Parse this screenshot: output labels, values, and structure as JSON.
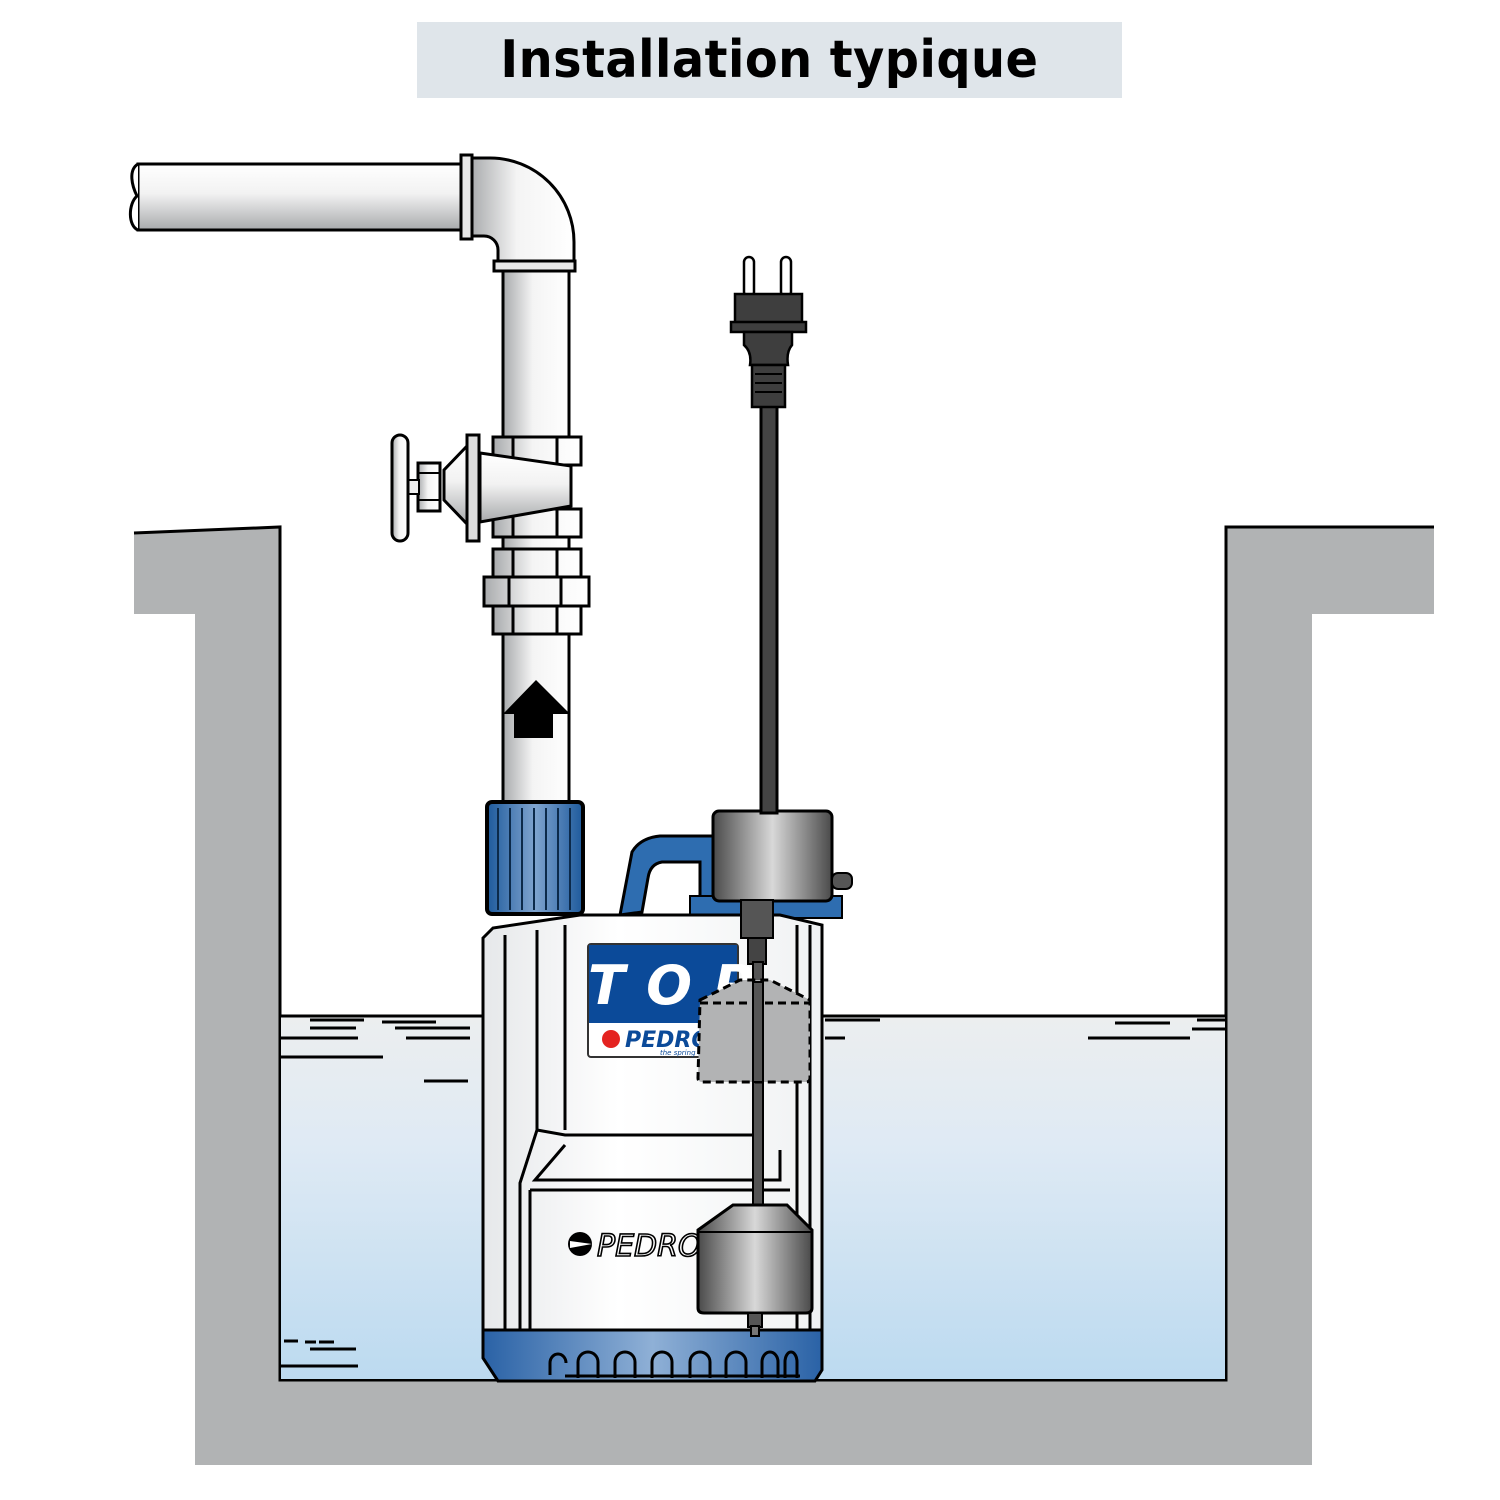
{
  "title": "Installation typique",
  "pump": {
    "model_label": "TOP",
    "brand_label": "PEDROLLO",
    "brand_label_visible": "PEDROL",
    "body_brand_visible": "PEDRO",
    "tagline_visible": "the spring o"
  },
  "flow_direction": "up",
  "components": [
    "discharge-pipe-horizontal",
    "elbow-fitting",
    "vertical-riser-pipe",
    "gate-valve",
    "union-coupling",
    "flow-arrow",
    "blue-threaded-outlet",
    "submersible-pump",
    "carry-handle",
    "float-switch-housing",
    "float-rod",
    "float-upper-position-dashed",
    "float-lower-position",
    "power-cable",
    "power-plug",
    "concrete-sump-pit",
    "water"
  ],
  "colors": {
    "concrete": "#b1b3b4",
    "water_top": "#e9edf0",
    "water_bottom": "#bcdaf0",
    "pump_blue": "#2e6db0",
    "label_blue": "#0b4a99",
    "float_grey": "#7a7a7a",
    "dashed_float": "#b2b3b4",
    "title_bg": "#dfe5ea"
  }
}
